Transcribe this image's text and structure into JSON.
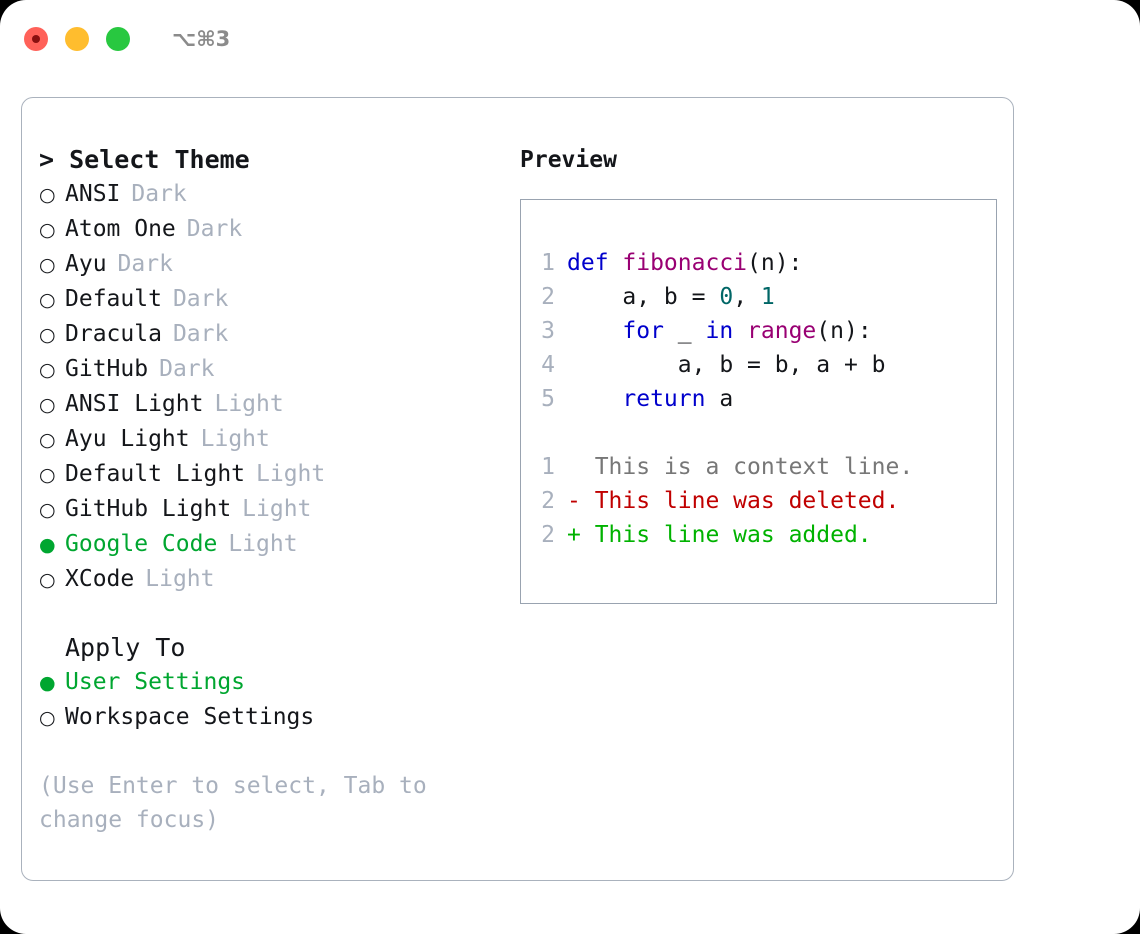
{
  "window": {
    "traffic_lights": [
      "close",
      "minimize",
      "maximize"
    ],
    "shortcut_label": "⌥⌘3",
    "colors": {
      "close": "#ff6159",
      "minimize": "#ffbd2e",
      "maximize": "#28c840",
      "accent_green": "#00a630",
      "muted": "#a8b0bd",
      "border": "#aab2bd"
    }
  },
  "theme_picker": {
    "heading": "> Select Theme",
    "items": [
      {
        "marker": "○",
        "label": "ANSI",
        "variant": "Dark",
        "selected": false
      },
      {
        "marker": "○",
        "label": "Atom One",
        "variant": "Dark",
        "selected": false
      },
      {
        "marker": "○",
        "label": "Ayu",
        "variant": "Dark",
        "selected": false
      },
      {
        "marker": "○",
        "label": "Default",
        "variant": "Dark",
        "selected": false
      },
      {
        "marker": "○",
        "label": "Dracula",
        "variant": "Dark",
        "selected": false
      },
      {
        "marker": "○",
        "label": "GitHub",
        "variant": "Dark",
        "selected": false
      },
      {
        "marker": "○",
        "label": "ANSI Light",
        "variant": "Light",
        "selected": false
      },
      {
        "marker": "○",
        "label": "Ayu Light",
        "variant": "Light",
        "selected": false
      },
      {
        "marker": "○",
        "label": "Default Light",
        "variant": "Light",
        "selected": false
      },
      {
        "marker": "○",
        "label": "GitHub Light",
        "variant": "Light",
        "selected": false
      },
      {
        "marker": "●",
        "label": "Google Code",
        "variant": "Light",
        "selected": true
      },
      {
        "marker": "○",
        "label": "XCode",
        "variant": "Light",
        "selected": false
      }
    ]
  },
  "apply_to": {
    "heading": "Apply To",
    "items": [
      {
        "marker": "●",
        "label": "User Settings",
        "selected": true
      },
      {
        "marker": "○",
        "label": "Workspace Settings",
        "selected": false
      }
    ]
  },
  "hint": "(Use Enter to select, Tab to change focus)",
  "preview": {
    "title": "Preview",
    "code_lines": [
      {
        "lineno": "1",
        "tokens": [
          {
            "text": "def ",
            "type": "kw"
          },
          {
            "text": "fibonacci",
            "type": "fn"
          },
          {
            "text": "(n):",
            "type": "plain"
          }
        ]
      },
      {
        "lineno": "2",
        "tokens": [
          {
            "text": "    a, b = ",
            "type": "plain"
          },
          {
            "text": "0",
            "type": "num"
          },
          {
            "text": ", ",
            "type": "plain"
          },
          {
            "text": "1",
            "type": "num"
          }
        ]
      },
      {
        "lineno": "3",
        "tokens": [
          {
            "text": "    ",
            "type": "plain"
          },
          {
            "text": "for",
            "type": "kw"
          },
          {
            "text": " _ ",
            "type": "plain"
          },
          {
            "text": "in",
            "type": "kw"
          },
          {
            "text": " ",
            "type": "plain"
          },
          {
            "text": "range",
            "type": "fn"
          },
          {
            "text": "(n):",
            "type": "plain"
          }
        ]
      },
      {
        "lineno": "4",
        "tokens": [
          {
            "text": "        a, b = b, a + b",
            "type": "plain"
          }
        ]
      },
      {
        "lineno": "5",
        "tokens": [
          {
            "text": "    ",
            "type": "plain"
          },
          {
            "text": "return",
            "type": "kw"
          },
          {
            "text": " a",
            "type": "plain"
          }
        ]
      }
    ],
    "diff_lines": [
      {
        "lineno": "1",
        "sign": "  ",
        "text": "This is a context line.",
        "type": "ctx"
      },
      {
        "lineno": "2",
        "sign": "- ",
        "text": "This line was deleted.",
        "type": "del"
      },
      {
        "lineno": "2",
        "sign": "+ ",
        "text": "This line was added.",
        "type": "add"
      }
    ]
  }
}
